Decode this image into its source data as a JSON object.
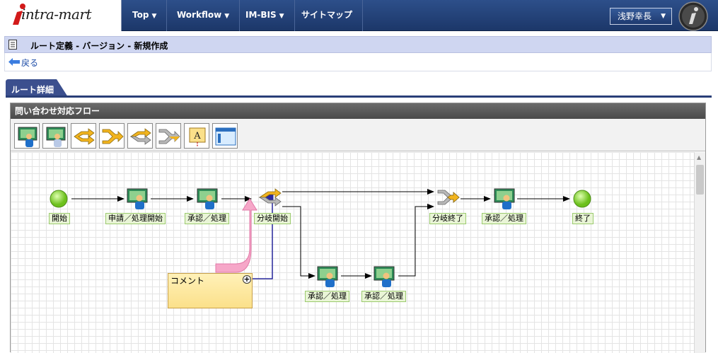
{
  "header": {
    "logo_text": "intra-mart",
    "nav": [
      {
        "label": "Top"
      },
      {
        "label": "Workflow"
      },
      {
        "label": "IM-BIS"
      },
      {
        "label": "サイトマップ"
      }
    ],
    "user_name": "浅野幸長"
  },
  "page": {
    "title": "ルート定義 - バージョン - 新規作成",
    "back_label": "戻る",
    "tab_label": "ルート詳細"
  },
  "panel": {
    "title": "問い合わせ対応フロー"
  },
  "toolbar": {
    "icons": [
      "approval-node-icon",
      "approval-node-alt-icon",
      "branch-start-icon",
      "branch-end-icon",
      "branch-start-gray-icon",
      "branch-end-gray-icon",
      "comment-text-icon",
      "panel-icon"
    ]
  },
  "flow": {
    "nodes": {
      "start": "開始",
      "apply": "申請／処理開始",
      "approve1": "承認／処理",
      "branch_start": "分岐開始",
      "branch_end": "分岐終了",
      "approve2": "承認／処理",
      "end": "終了",
      "lower1": "承認／処理",
      "lower2": "承認／処理"
    },
    "comment": "コメント"
  },
  "colors": {
    "nav_bg": "#1c3769",
    "title_bg": "#cfd6f1",
    "label_bg": "#e9f5d6",
    "branch": "#f2b41e",
    "comment_bg": "#fbe08a",
    "pink_arrow": "#f6a7c8"
  }
}
